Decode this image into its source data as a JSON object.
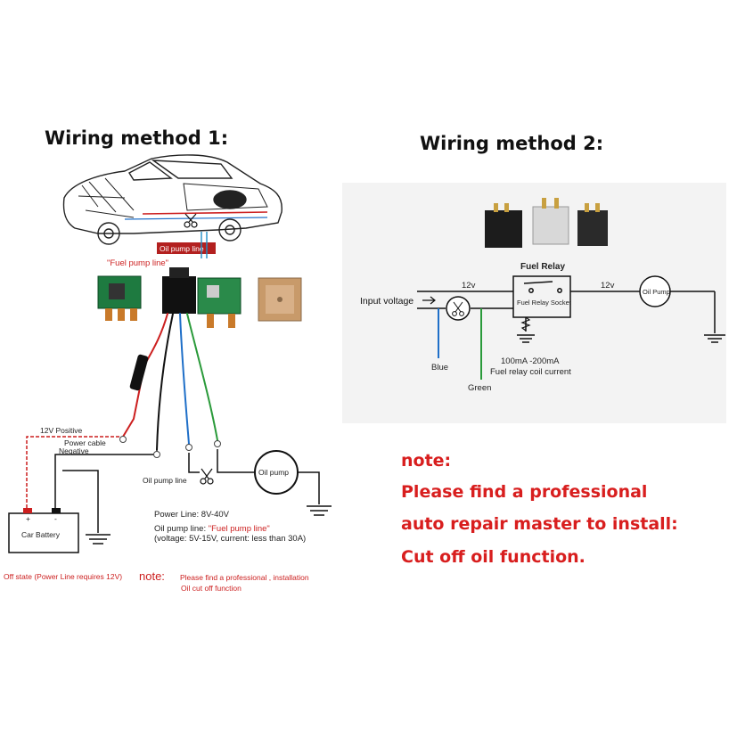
{
  "method1": {
    "title": "Wiring method 1:",
    "oil_pump_line_tag": "Oil pump line",
    "fuel_pump_line_caption": "\"Fuel pump line\"",
    "label_12v_positive": "12V Positive",
    "label_power_cable": "Power cable",
    "label_negative": "Negative",
    "label_oil_pump_line": "Oil pump line",
    "label_oil_pump": "Oil pump",
    "battery_label": "Car Battery",
    "battery_plus": "+",
    "battery_minus": "-",
    "power_line_spec": "Power Line: 8V-40V",
    "oil_pump_line_spec_prefix": "Oil pump line: ",
    "oil_pump_line_spec_highlight": "\"Fuel pump line\"",
    "oil_pump_line_spec_detail": "(voltage: 5V-15V, current: less than 30A)",
    "off_state": "Off state (Power Line requires 12V)",
    "note_label": "note:",
    "note_line1": "Please find a professional ,  installation",
    "note_line2": "Oil cut off function"
  },
  "method2": {
    "title": "Wiring method 2:",
    "fuel_relay": "Fuel Relay",
    "fuel_relay_socket": "Fuel Relay Socket",
    "input_voltage": "Input voltage",
    "voltage_left": "12v",
    "voltage_right": "12v",
    "oil_pump": "Oil Pump",
    "blue": "Blue",
    "green": "Green",
    "coil_current": "100mA -200mA",
    "coil_current_desc": "Fuel relay coil current"
  },
  "note": {
    "label": "note:",
    "line1": "Please find a professional",
    "line2": "auto repair master to install:",
    "line3": "Cut off oil function."
  },
  "colors": {
    "note_red": "#d81e1e",
    "wire_red": "#cc1f1f",
    "wire_blue": "#1f6fc8",
    "wire_green": "#2a9a3a",
    "panel_bg": "#f3f3f3"
  }
}
